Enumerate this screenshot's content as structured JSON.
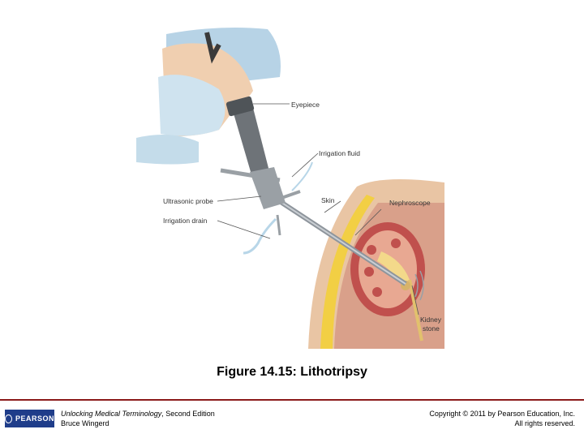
{
  "figure": {
    "caption": "Figure 14.15: Lithotripsy",
    "labels": {
      "eyepiece": "Eyepiece",
      "irrigation_fluid": "Irrigation fluid",
      "ultrasonic_probe": "Ultrasonic probe",
      "irrigation_drain": "Irrigation drain",
      "skin": "Skin",
      "nephroscope": "Nephroscope",
      "kidney_stone_line1": "Kidney",
      "kidney_stone_line2": "stone"
    }
  },
  "footer": {
    "book_title": "Unlocking Medical Terminology",
    "book_edition": ", Second Edition",
    "author": "Bruce Wingerd",
    "copyright": "Copyright © 2011 by Pearson Education, Inc.",
    "rights": "All rights reserved.",
    "logo_text": "PEARSON"
  },
  "colors": {
    "rule": "#8b1a1a",
    "logo_bg": "#1f3d8a"
  }
}
